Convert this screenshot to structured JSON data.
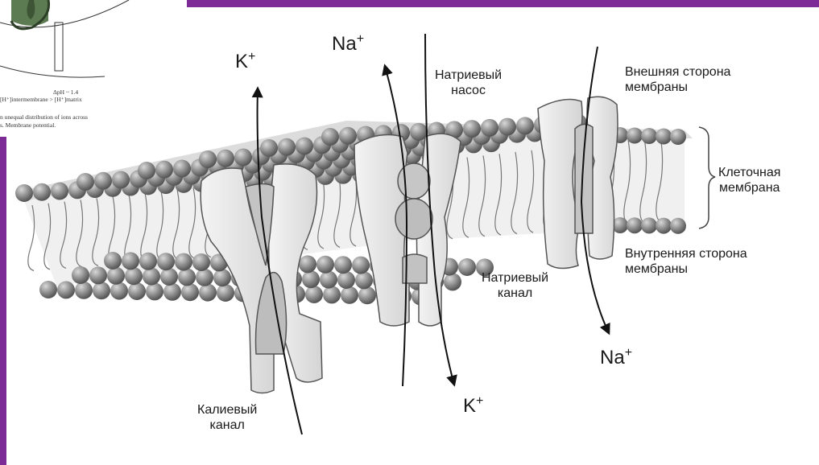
{
  "colors": {
    "frame_accent": "#7d2b97",
    "inset_green": "#5d7b52",
    "lipid_head": "#8a8a8a",
    "protein_fill": "#ececec",
    "protein_shade": "#b9b9b9"
  },
  "inset": {
    "line1": "ΔpH ~ 1.4",
    "line2": "[H⁺]intermembrane > [H⁺]matrix",
    "line3": "n unequal distribution of ions across",
    "line4": "s. Membrane potential."
  },
  "labels": {
    "k_top": "K",
    "k_top_sup": "+",
    "na_top": "Na",
    "na_top_sup": "+",
    "na_bottom": "Na",
    "na_bottom_sup": "+",
    "k_bottom": "K",
    "k_bottom_sup": "+",
    "sodium_pump_1": "Натриевый",
    "sodium_pump_2": "насос",
    "outer_side_1": "Внешняя сторона",
    "outer_side_2": "мембраны",
    "cell_membrane_1": "Клеточная",
    "cell_membrane_2": "мембрана",
    "inner_side_1": "Внутренняя сторона",
    "inner_side_2": "мембраны",
    "sodium_channel_1": "Натриевый",
    "sodium_channel_2": "канал",
    "potassium_channel_1": "Калиевый",
    "potassium_channel_2": "канал"
  }
}
